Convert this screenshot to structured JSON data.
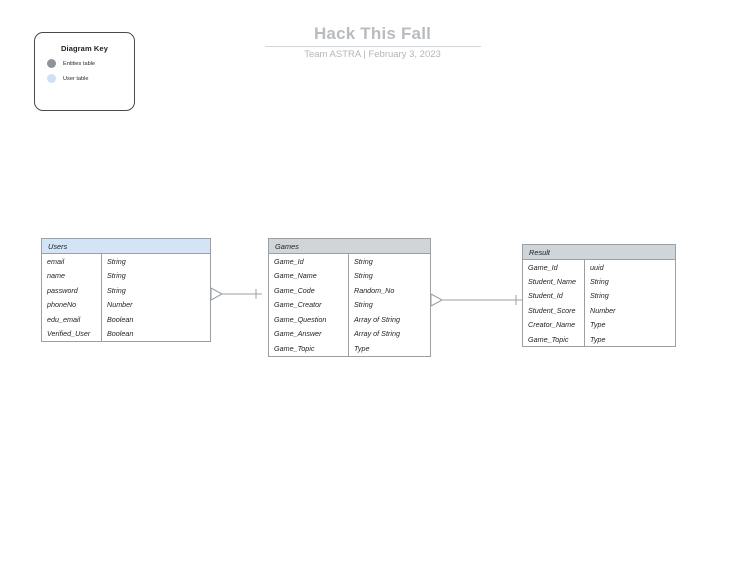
{
  "header": {
    "title": "Hack This Fall",
    "subtitle": "Team ASTRA  |  February 3, 2023"
  },
  "legend": {
    "title": "Diagram Key",
    "items": [
      {
        "label": "Entities table",
        "color": "#8e9499"
      },
      {
        "label": "User table",
        "color": "#cfe0f5"
      }
    ]
  },
  "tables": [
    {
      "name": "Users",
      "header_color": "#d4e4f7",
      "rows": [
        {
          "field": "email",
          "type": "String"
        },
        {
          "field": "name",
          "type": "String"
        },
        {
          "field": "password",
          "type": "String"
        },
        {
          "field": "phoneNo",
          "type": "Number"
        },
        {
          "field": "edu_email",
          "type": "Boolean"
        },
        {
          "field": "Verified_User",
          "type": "Boolean"
        }
      ]
    },
    {
      "name": "Games",
      "header_color": "#d0d5da",
      "rows": [
        {
          "field": "Game_Id",
          "type": "String"
        },
        {
          "field": "Game_Name",
          "type": "String"
        },
        {
          "field": "Game_Code",
          "type": "Random_No"
        },
        {
          "field": "Game_Creator",
          "type": "String"
        },
        {
          "field": "Game_Question",
          "type": "Array of String"
        },
        {
          "field": "Game_Answer",
          "type": "Array of String"
        },
        {
          "field": "Game_Topic",
          "type": "Type"
        }
      ]
    },
    {
      "name": "Result",
      "header_color": "#d0d5da",
      "rows": [
        {
          "field": "Game_Id",
          "type": "uuid"
        },
        {
          "field": "Student_Name",
          "type": "String"
        },
        {
          "field": "Student_Id",
          "type": "String"
        },
        {
          "field": "Student_Score",
          "type": "Number"
        },
        {
          "field": "Creator_Name",
          "type": "Type"
        },
        {
          "field": "Game_Topic",
          "type": "Type"
        }
      ]
    }
  ],
  "connectors": [
    {
      "from": "Users",
      "to": "Games",
      "from_notation": "many",
      "to_notation": "one"
    },
    {
      "from": "Games",
      "to": "Result",
      "from_notation": "many",
      "to_notation": "one"
    }
  ]
}
